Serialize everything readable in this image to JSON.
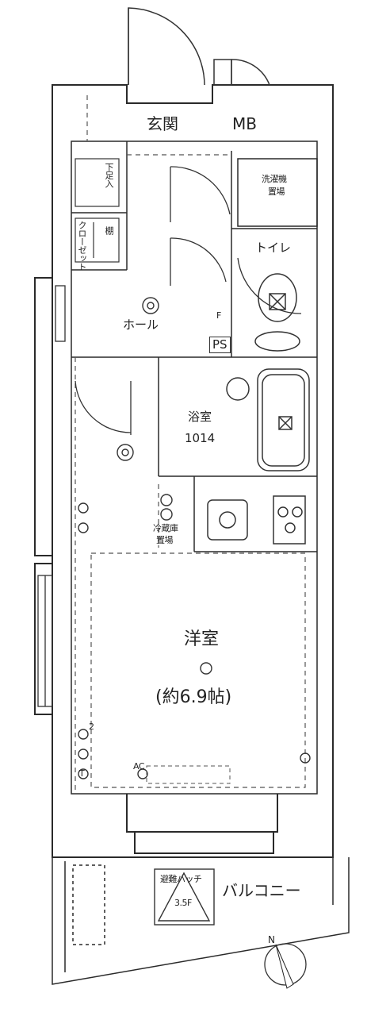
{
  "rooms": {
    "entrance": "玄関",
    "meter_box": "MB",
    "laundry_area": [
      "洗濯機",
      "置場"
    ],
    "toilet": "トイレ",
    "hall": "ホール",
    "pipe_space": "PS",
    "shoe_box": "下足入",
    "closet_small": "棚",
    "closet_side": "クローゼット",
    "bath": "浴室",
    "bath_size": "1014",
    "fridge_area": [
      "冷蔵庫",
      "置場"
    ],
    "western_room": "洋室",
    "western_room_size": "(約6.9帖)",
    "balcony": "バルコニー",
    "hatch": [
      "避難ハッチ",
      "3.5F"
    ],
    "fan_mark": "F",
    "outlet_mark": "2",
    "ac_mark": "AC",
    "tel_mark": "T"
  },
  "colors": {
    "wall": "#2a2a2a",
    "wall_fill": "#ffffff",
    "line": "#333333",
    "dash": "#555555"
  }
}
